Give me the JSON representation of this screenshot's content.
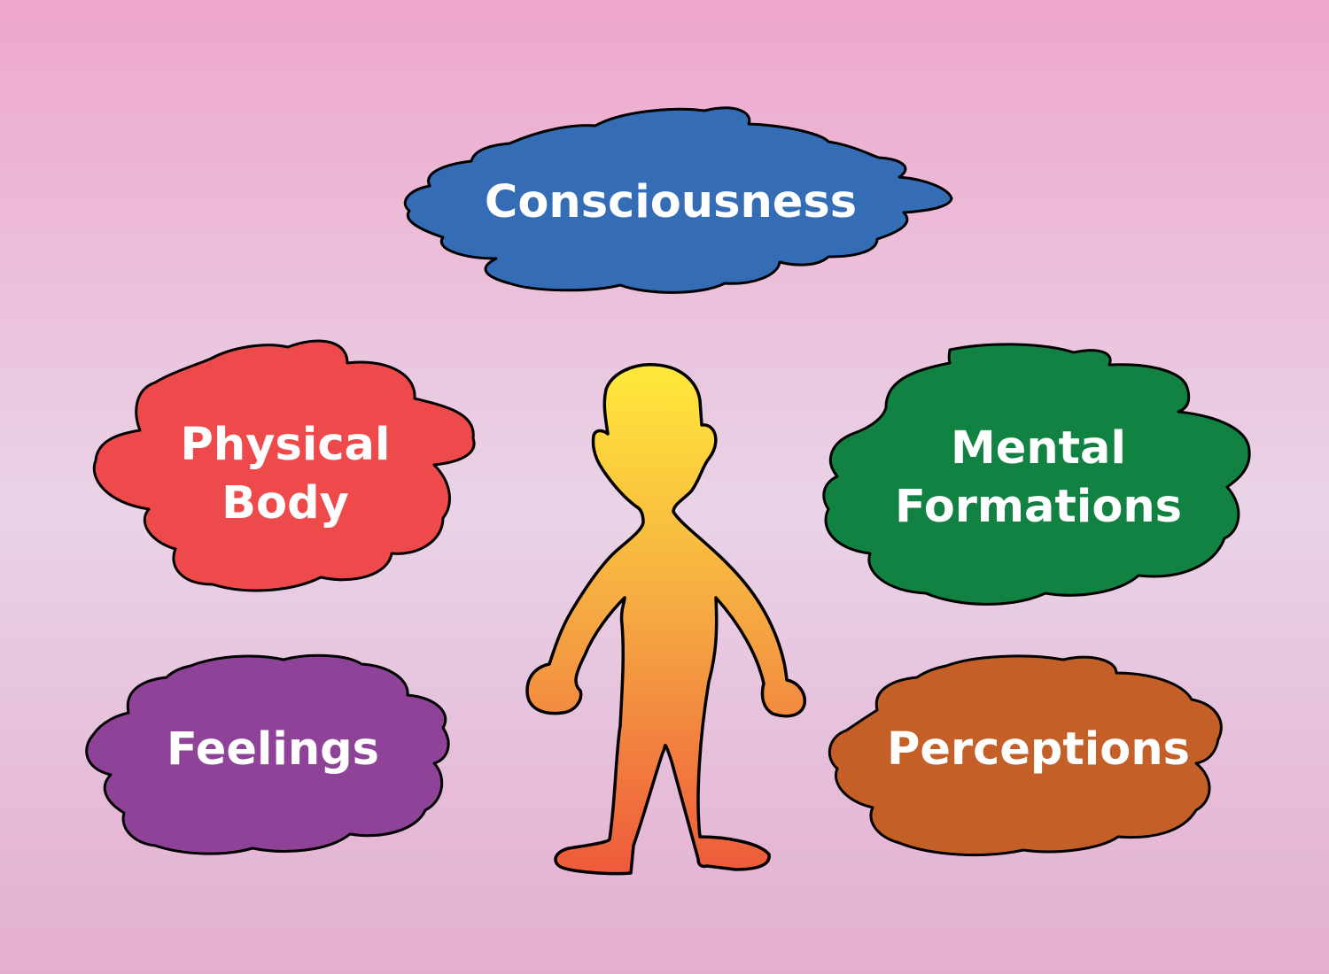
{
  "background": {
    "top_color": "#eea7cb",
    "middle_color": "#e9d3e7",
    "bottom_color": "#e4aed0"
  },
  "figure": {
    "icon": "person-silhouette-icon",
    "gradient_top": "#ffe93a",
    "gradient_mid": "#f5a742",
    "gradient_bottom": "#ee5a3b",
    "outline_color": "#000000"
  },
  "aggregates": {
    "consciousness": {
      "lines": [
        "Consciousness"
      ],
      "color": "#346db5"
    },
    "physical_body": {
      "lines": [
        "Physical",
        "Body"
      ],
      "color": "#ee4a4c"
    },
    "mental_formations": {
      "lines": [
        "Mental",
        "Formations"
      ],
      "color": "#128242"
    },
    "feelings": {
      "lines": [
        "Feelings"
      ],
      "color": "#8f4398"
    },
    "perceptions": {
      "lines": [
        "Perceptions"
      ],
      "color": "#c45f28"
    }
  }
}
